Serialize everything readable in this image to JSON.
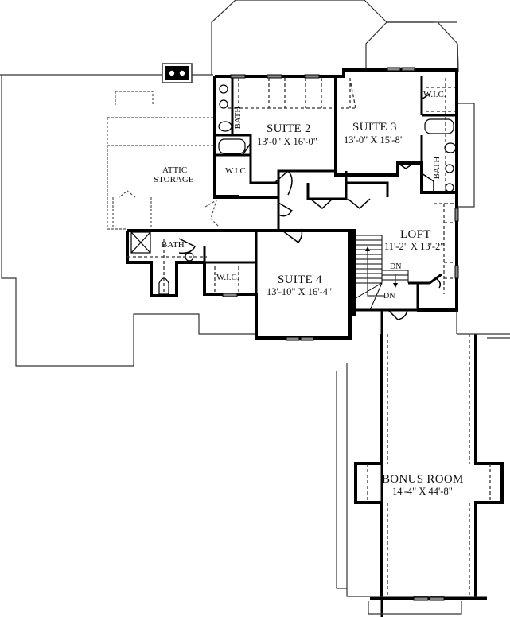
{
  "plan": {
    "type": "second-floor-plan",
    "rooms": [
      {
        "id": "suite2",
        "name": "SUITE 2",
        "size": "13'-0\" X 16'-0\""
      },
      {
        "id": "suite3",
        "name": "SUITE 3",
        "size": "13'-0\" X 15'-8\""
      },
      {
        "id": "suite4",
        "name": "SUITE 4",
        "size": "13'-10\" X 16'-4\""
      },
      {
        "id": "loft",
        "name": "LOFT",
        "size": "11'-2\" X 13'-2\""
      },
      {
        "id": "bonus",
        "name": "BONUS ROOM",
        "size": "14'-4\" X 44'-8\""
      },
      {
        "id": "attic",
        "name": "ATTIC\nSTORAGE",
        "line1": "ATTIC",
        "line2": "STORAGE"
      }
    ],
    "labels": {
      "bath_suite2": "BATH",
      "wic_suite2": "W.I.C.",
      "wic_suite3": "W.I.C.",
      "bath_suite3": "BATH",
      "bath_suite4": "BATH",
      "wic_suite4": "W.I.C.",
      "stair_dn_1": "DN",
      "stair_dn_2": "DN"
    },
    "colors": {
      "wall": "#000000",
      "roofline": "#333333",
      "background": "#ffffff"
    }
  }
}
